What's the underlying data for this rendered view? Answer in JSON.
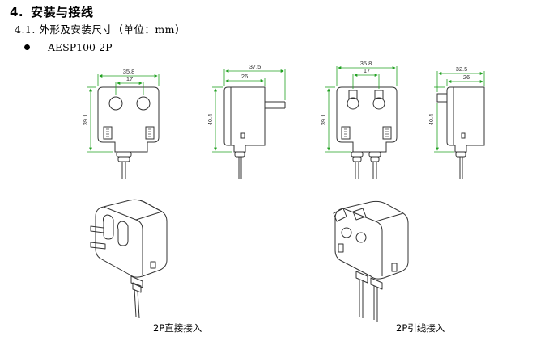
{
  "section": {
    "number": "4.",
    "title": "安装与接线"
  },
  "subsection": {
    "text": "4.1.  外形及安装尺寸（单位：mm）"
  },
  "model": {
    "name": "AESP100-2P"
  },
  "dims": {
    "front_direct": {
      "width": "35.8",
      "pin_spacing": "17",
      "height": "39.1"
    },
    "side_direct": {
      "depth_total": "37.5",
      "depth_body": "26",
      "height": "40.4"
    },
    "front_wire": {
      "width": "35.8",
      "pin_spacing": "17",
      "height": "39.1"
    },
    "side_wire": {
      "depth_total": "32.5",
      "depth_body": "26",
      "height": "40.4"
    }
  },
  "captions": {
    "direct": "2P直接接入",
    "wire": "2P引线接入"
  },
  "colors": {
    "dimension": "#22a122",
    "outline": "#333333"
  }
}
